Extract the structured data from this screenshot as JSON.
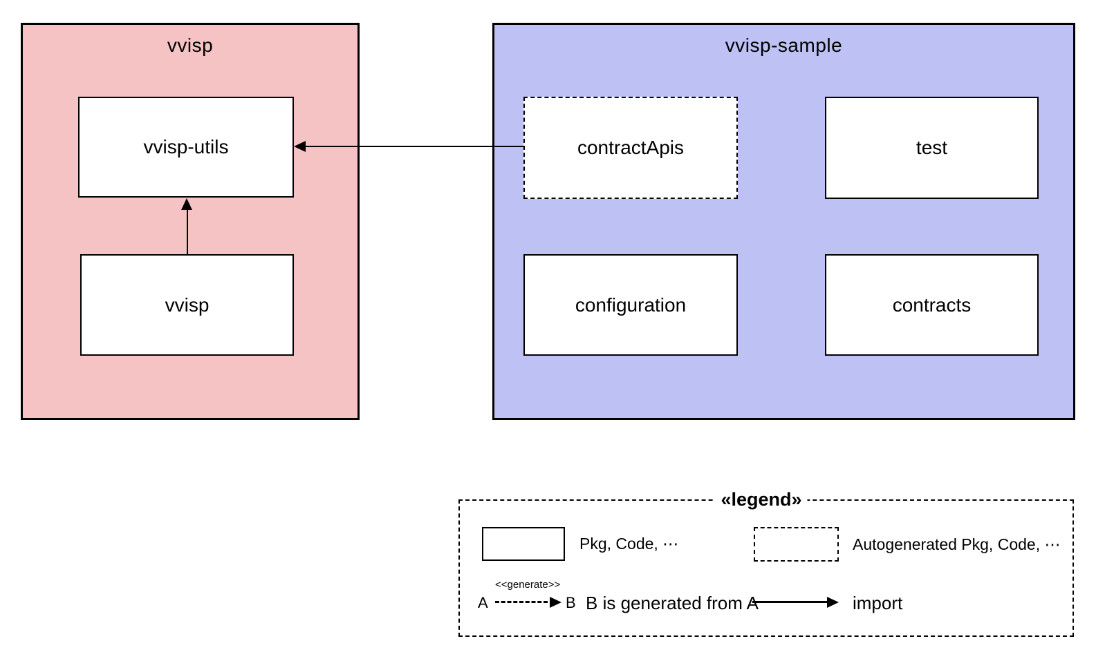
{
  "diagram": {
    "packages": [
      {
        "title": "vvisp",
        "fill": "#f5c3c3",
        "boxes": [
          {
            "label": "vvisp-utils",
            "type": "solid"
          },
          {
            "label": "vvisp",
            "type": "solid"
          }
        ]
      },
      {
        "title": "vvisp-sample",
        "fill": "#bec1f4",
        "boxes": [
          {
            "label": "contractApis",
            "type": "dashed"
          },
          {
            "label": "test",
            "type": "solid"
          },
          {
            "label": "configuration",
            "type": "solid"
          },
          {
            "label": "contracts",
            "type": "solid"
          }
        ]
      }
    ],
    "arrows": [
      {
        "from": "contractApis",
        "to": "vvisp-utils",
        "kind": "import"
      },
      {
        "from": "vvisp",
        "to": "vvisp-utils",
        "kind": "import"
      }
    ]
  },
  "legend": {
    "title": "«legend»",
    "solid_box_label": "Pkg, Code, ⋯",
    "dashed_box_label": "Autogenerated Pkg, Code, ⋯",
    "generate_stereotype": "<<generate>>",
    "generate_from": "A",
    "generate_to": "B",
    "generate_label": "B is generated from A",
    "import_label": "import"
  },
  "colors": {
    "package_vvisp_fill": "#f5c3c3",
    "package_vvisp_sample_fill": "#bec1f4",
    "box_fill": "#ffffff",
    "line": "#000000"
  }
}
